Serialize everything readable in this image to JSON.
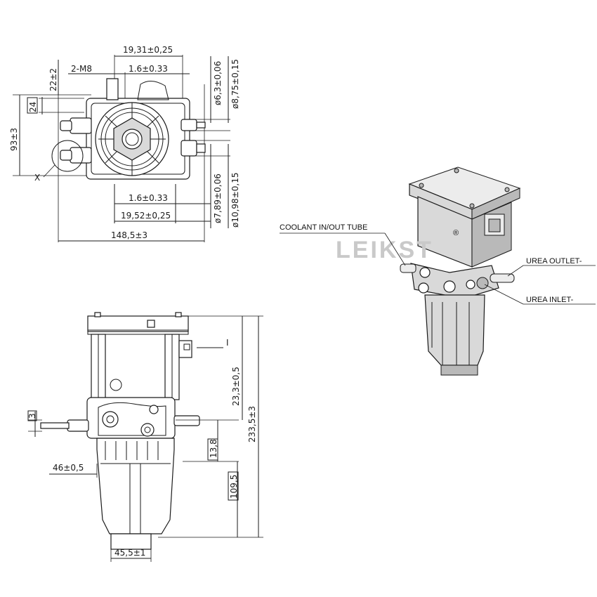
{
  "top_view": {
    "dimensions": {
      "d1": "19,31±0,25",
      "d2": "2-M8",
      "d3": "1.6±0.33",
      "d4": "22±2",
      "d5": "24",
      "d6": "93±3",
      "d7": "X",
      "d8": "ø6,3±0,06",
      "d9": "ø8,75±0,15",
      "d10": "1.6±0.33",
      "d11": "19,52±0,25",
      "d12": "ø7,89±0,06",
      "d13": "ø10,98±0,15",
      "d14": "148,5±3"
    }
  },
  "front_view": {
    "dimensions": {
      "f1": "I",
      "f2": "23,3±0,5",
      "f3": "233,5±3",
      "f4": "3",
      "f5": "13,8",
      "f6": "46±0,5",
      "f7": "109,5",
      "f8": "45,5±1"
    }
  },
  "photo": {
    "brand": "LEIKST",
    "registered_mark": "®",
    "callouts": {
      "coolant": "COOLANT IN/OUT TUBE",
      "outlet": "UREA OUTLET-",
      "inlet": "UREA INLET-"
    },
    "colors": {
      "body": "#d6d6d6",
      "dark": "#8f8f8f",
      "watermark": "#c9c9c9"
    }
  }
}
